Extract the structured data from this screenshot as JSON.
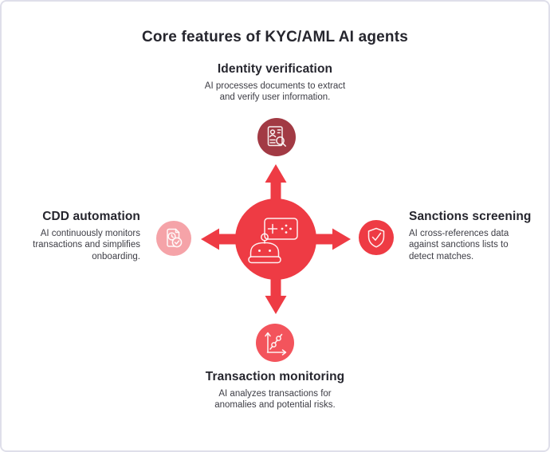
{
  "title": "Core features of KYC/AML AI agents",
  "features": {
    "top": {
      "title": "Identity verification",
      "description": "AI processes documents to extract and verify user information.",
      "icon": "id-document-search-icon"
    },
    "right": {
      "title": "Sanctions screening",
      "description": "AI cross-references data against sanctions lists to detect matches.",
      "icon": "shield-check-icon"
    },
    "bottom": {
      "title": "Transaction monitoring",
      "description": "AI analyzes transactions for anomalies and potential risks.",
      "icon": "rising-chart-icon"
    },
    "left": {
      "title": "CDD automation",
      "description": "AI continuously monitors transactions and simplifies onboarding.",
      "icon": "document-clock-check-icon"
    }
  },
  "center": {
    "icon": "ai-agent-robot-icon"
  },
  "colors": {
    "accent_red": "#ee3b44",
    "dark_red": "#a23a44",
    "coral_red": "#f3545c",
    "light_pink": "#f5a3a8",
    "heading_text": "#26262e",
    "body_text": "#3d3d45",
    "frame_border": "#dfdfea",
    "background": "#ffffff"
  }
}
